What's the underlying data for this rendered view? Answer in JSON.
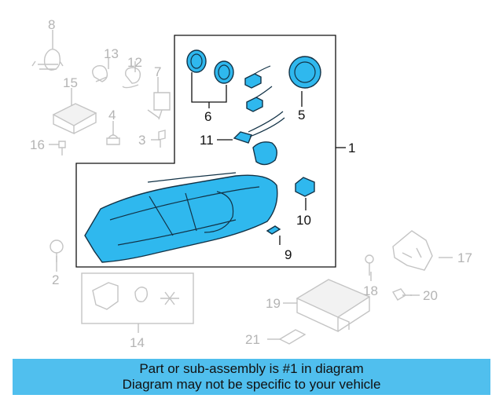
{
  "callouts": {
    "c1": "1",
    "c2": "2",
    "c3": "3",
    "c4": "4",
    "c5": "5",
    "c6": "6",
    "c7": "7",
    "c8": "8",
    "c9": "9",
    "c10": "10",
    "c11": "11",
    "c12": "12",
    "c13": "13",
    "c14": "14",
    "c15": "15",
    "c16": "16",
    "c17": "17",
    "c18": "18",
    "c19": "19",
    "c20": "20",
    "c21": "21"
  },
  "banner": {
    "line1": "Part or sub-assembly is #1 in diagram",
    "line2": "Diagram may not be specific to your vehicle"
  },
  "colors": {
    "highlight": "#2fb8ee",
    "banner": "#50bfee",
    "gray_parts": "#c4c4c4"
  }
}
